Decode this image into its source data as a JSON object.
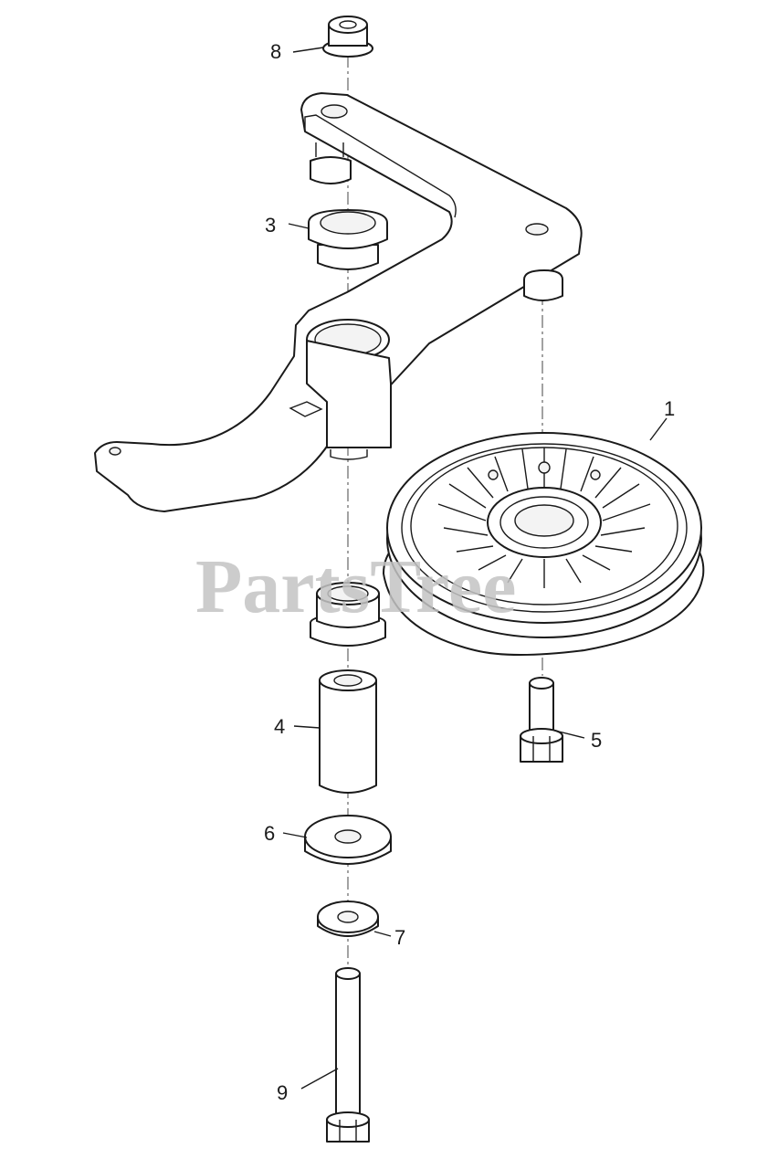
{
  "watermark": {
    "text": "PartsTree"
  },
  "callouts": {
    "c1": "1",
    "c3": "3",
    "c4": "4",
    "c5": "5",
    "c6": "6",
    "c7": "7",
    "c8": "8",
    "c9": "9"
  }
}
